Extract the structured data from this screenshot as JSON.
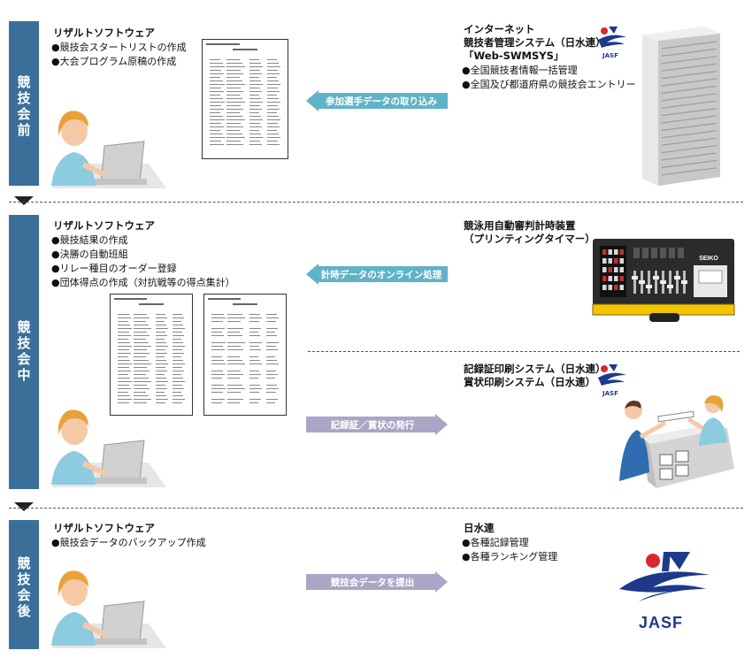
{
  "stages": [
    {
      "label": "競技会前"
    },
    {
      "label": "競技会中"
    },
    {
      "label": "競技会後"
    }
  ],
  "before": {
    "software_title": "リザルトソフトウェア",
    "software_items": [
      "●競技会スタートリストの作成",
      "●大会プログラム原稿の作成"
    ],
    "arrow_label": "参加選手データの取り込み",
    "system_title_lines": [
      "インターネット",
      "競技者管理システム（日水連）",
      "「Web-SWMSYS」"
    ],
    "system_items": [
      "●全国競技者情報一括管理",
      "●全国及び都道府県の競技会エントリー"
    ]
  },
  "during": {
    "software_title": "リザルトソフトウェア",
    "software_items": [
      "●競技結果の作成",
      "●決勝の自動班組",
      "●リレー種目のオーダー登録",
      "●団体得点の作成（対抗戦等の得点集計）"
    ],
    "arrow_label_online": "計時データのオンライン処理",
    "timer_title_lines": [
      "競泳用自動審判計時装置",
      "（プリンティングタイマー）"
    ],
    "timer_brand": "SEIKO",
    "arrow_label_issue": "記録証／賞状の発行",
    "print_title_lines": [
      "記録証印刷システム（日水連）",
      "賞状印刷システム（日水連）"
    ]
  },
  "after": {
    "software_title": "リザルトソフトウェア",
    "software_items": [
      "●競技会データのバックアップ作成"
    ],
    "arrow_label": "競技会データを提出",
    "org_title": "日水連",
    "org_items": [
      "●各種記録管理",
      "●各種ランキング管理"
    ]
  },
  "logo": {
    "text": "JASF"
  },
  "colors": {
    "stage_bar": "#3a6f9a",
    "arrow_teal": "#5fb3c6",
    "arrow_lavender": "#a9a6c6",
    "logo_blue": "#1d3a8a",
    "logo_red": "#d8282e"
  }
}
